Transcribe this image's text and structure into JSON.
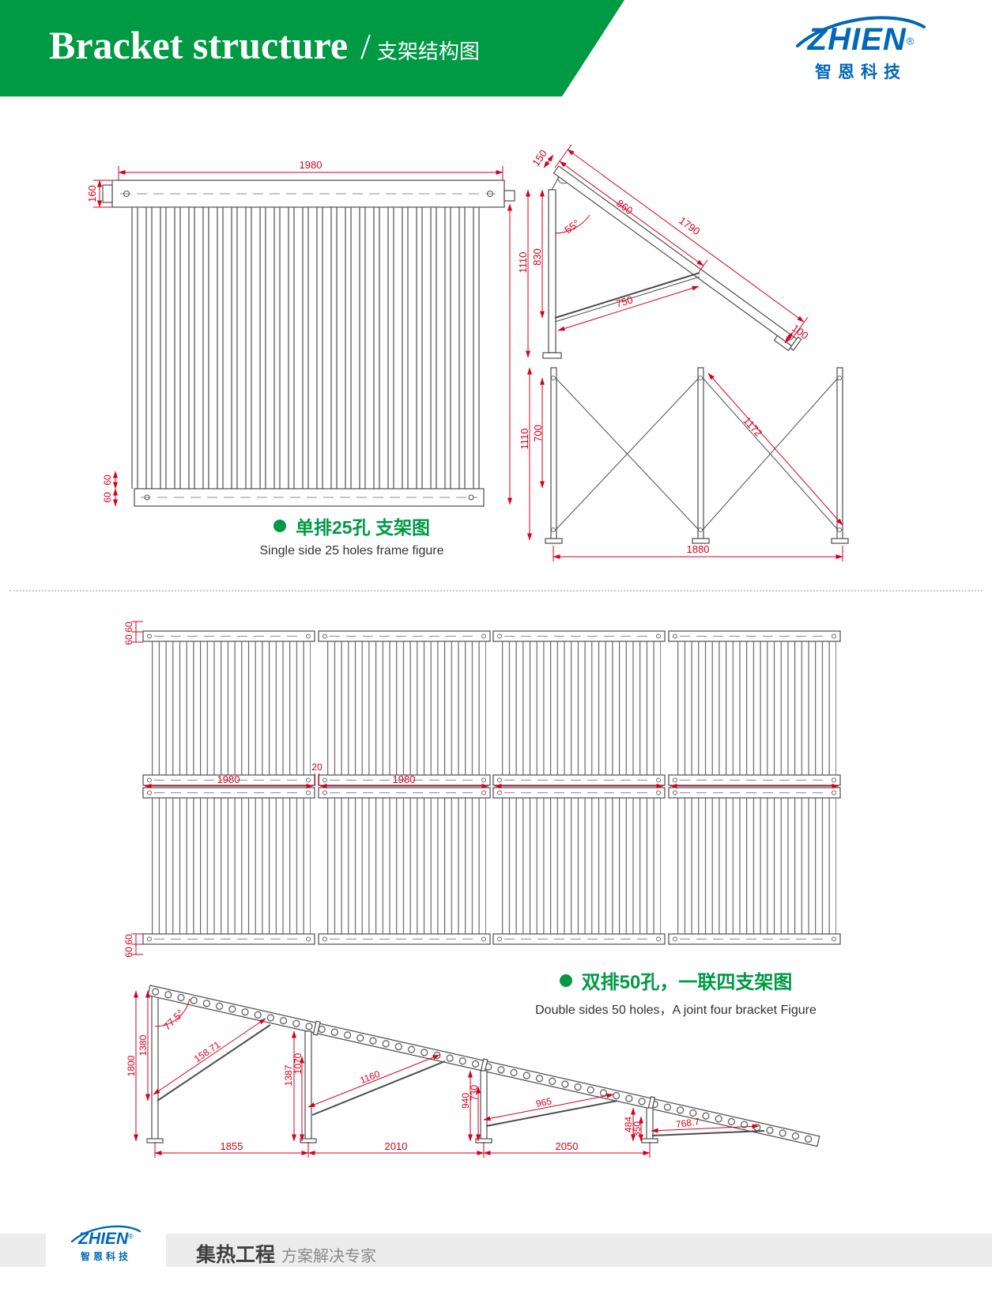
{
  "colors": {
    "brand_green": "#009944",
    "dimension_red": "#d6001c",
    "logo_blue": "#0068b7",
    "line_dark": "#4d4d4d"
  },
  "header": {
    "title_en": "Bracket structure",
    "separator": "/",
    "title_zh": "支架结构图",
    "logo_text": "ZHIEN",
    "logo_reg": "®",
    "logo_sub": "智恩科技"
  },
  "single_section": {
    "caption_zh": "单排25孔  支架图",
    "caption_en": "Single side 25 holes frame figure",
    "front": {
      "width": "1980",
      "manifold_h": "160",
      "bottom_a": "60",
      "bottom_b": "60"
    },
    "side": {
      "top_offset": "150",
      "beam_upper": "860",
      "beam_total": "1790",
      "angle": "55°",
      "post_upper": "830",
      "post_total": "1110",
      "brace": "750",
      "foot": "100"
    },
    "rear": {
      "post_total": "1110",
      "brace_span": "700",
      "diagonal": "1172",
      "base": "1880"
    }
  },
  "double_section": {
    "caption_zh": "双排50孔，一联四支架图",
    "caption_en": "Double sides 50 holes，A joint four bracket Figure",
    "grid": {
      "top_a": "60",
      "top_b": "60",
      "bottom_a": "60",
      "bottom_b": "60",
      "gap": "20",
      "width_1": "1980",
      "width_2": "1980"
    },
    "side": {
      "angle": "77.5°",
      "post1_upper": "1380",
      "post1_total": "1800",
      "brace1": "158.71",
      "base1": "1855",
      "leg2_outer": "1387",
      "leg2_inner": "1070",
      "brace2": "1160",
      "base2": "2010",
      "leg3_outer": "940",
      "leg3_inner": "730",
      "brace3": "965",
      "base3": "2050",
      "leg4_outer": "484",
      "leg4_inner": "350",
      "brace4": "768.7"
    }
  },
  "footer": {
    "logo_text": "ZHIEN",
    "logo_reg": "®",
    "logo_sub": "智恩科技",
    "tagline_strong": "集热工程",
    "tagline_rest": "方案解决专家"
  }
}
